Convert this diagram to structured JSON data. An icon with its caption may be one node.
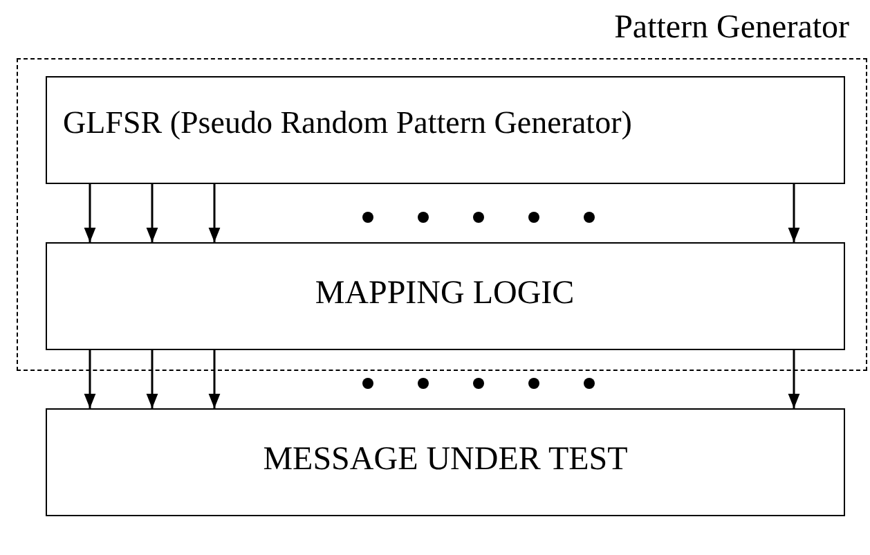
{
  "diagram": {
    "nodes": [
      {
        "text": [
          "Pattern Generator"
        ]
      },
      {
        "text": [
          "GLFSR (Pseudo Random Pattern Generator)"
        ],
        "in": 0
      },
      {
        "text": [
          "MAPPING LOGIC"
        ],
        "in": 0
      },
      {
        "text": [
          "MESSAGE UNDER TEST"
        ]
      }
    ],
    "edges": [
      {
        "from": 1,
        "to": 2,
        "arrow": "to"
      },
      {
        "from": 1,
        "to": 2,
        "arrow": "to"
      },
      {
        "from": 1,
        "to": 2,
        "arrow": "to"
      },
      {
        "from": 1,
        "to": 2,
        "arrow": "to"
      },
      {
        "from": 2,
        "to": 3,
        "arrow": "to"
      },
      {
        "from": 2,
        "to": 3,
        "arrow": "to"
      },
      {
        "from": 2,
        "to": 3,
        "arrow": "to"
      },
      {
        "from": 2,
        "to": 3,
        "arrow": "to"
      }
    ]
  }
}
